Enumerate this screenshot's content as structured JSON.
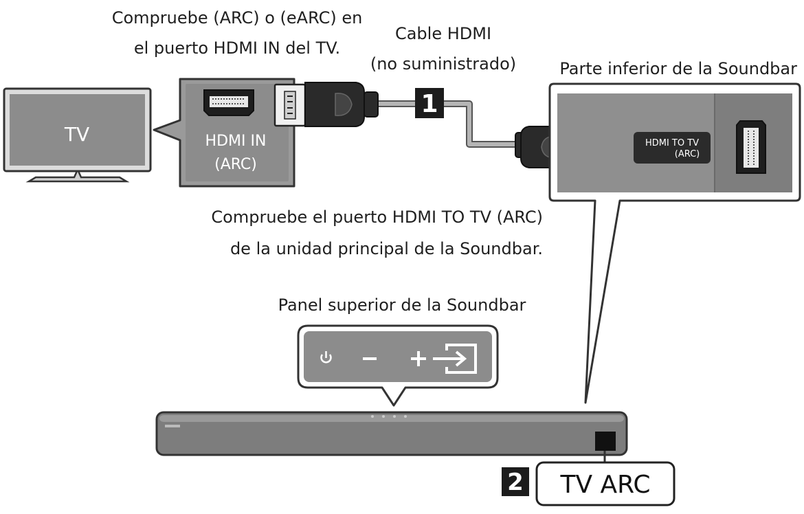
{
  "labels": {
    "arc_check_line1": "Compruebe (ARC) o (eARC) en",
    "arc_check_line2": "el puerto HDMI IN del TV.",
    "cable_line1": "Cable HDMI",
    "cable_line2": "(no suministrado)",
    "soundbar_bottom": "Parte inferior de la Soundbar",
    "port_check_line1": "Compruebe el puerto HDMI TO TV (ARC)",
    "port_check_line2": "de la unidad principal de la Soundbar.",
    "soundbar_top": "Panel superior de la Soundbar"
  },
  "tv": {
    "label": "TV"
  },
  "hdmi_in": {
    "line1": "HDMI IN",
    "line2": "(ARC)"
  },
  "hdmi_to_tv": {
    "line1": "HDMI TO TV",
    "line2": "(ARC)"
  },
  "steps": {
    "step1": "1",
    "step2": "2"
  },
  "tv_arc": {
    "label": "TV ARC"
  },
  "panel": {
    "minus": "−",
    "plus": "+"
  },
  "icons": [
    "power-icon",
    "volume-down-icon",
    "volume-up-icon",
    "source-input-icon"
  ],
  "colors": {
    "grey_fill": "#8c8c8c",
    "dark": "#2a2a2a",
    "outline": "#333333",
    "cable": "#9a9a9a"
  }
}
